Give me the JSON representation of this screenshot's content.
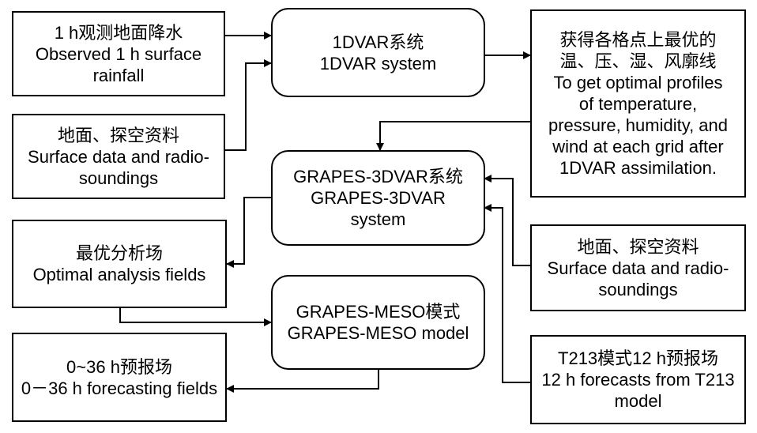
{
  "diagram": {
    "nodes": [
      {
        "id": "obs",
        "lines": [
          "1 h观测地面降水",
          "Observed 1 h surface",
          "rainfall"
        ]
      },
      {
        "id": "sfc1",
        "lines": [
          "地面、探空资料",
          "Surface data and radio-",
          "soundings"
        ]
      },
      {
        "id": "var1d",
        "lines": [
          "1DVAR系统",
          "1DVAR system"
        ]
      },
      {
        "id": "prof",
        "lines": [
          "获得各格点上最优的",
          "温、压、湿、风廓线",
          "To get optimal profiles",
          "of temperature,",
          "pressure, humidity, and",
          "wind at each grid after",
          "1DVAR assimilation."
        ]
      },
      {
        "id": "var3d",
        "lines": [
          "GRAPES-3DVAR系统",
          "GRAPES-3DVAR",
          "system"
        ]
      },
      {
        "id": "oaf",
        "lines": [
          "最优分析场",
          "Optimal analysis fields"
        ]
      },
      {
        "id": "sfc2",
        "lines": [
          "地面、探空资料",
          "Surface data and radio-",
          "soundings"
        ]
      },
      {
        "id": "meso",
        "lines": [
          "GRAPES-MESO模式",
          "GRAPES-MESO model"
        ]
      },
      {
        "id": "t213",
        "lines": [
          "T213模式12 h预报场",
          "12 h forecasts from T213",
          "model"
        ]
      },
      {
        "id": "fc",
        "lines": [
          "0~36 h预报场",
          "0－36 h forecasting fields"
        ]
      }
    ],
    "edges": [
      {
        "from": "obs",
        "to": "var1d"
      },
      {
        "from": "sfc1",
        "to": "var1d"
      },
      {
        "from": "var1d",
        "to": "prof"
      },
      {
        "from": "prof",
        "to": "var3d"
      },
      {
        "from": "var3d",
        "to": "oaf"
      },
      {
        "from": "oaf",
        "to": "meso"
      },
      {
        "from": "sfc2",
        "to": "var3d"
      },
      {
        "from": "t213",
        "to": "var3d"
      },
      {
        "from": "meso",
        "to": "fc"
      }
    ]
  }
}
